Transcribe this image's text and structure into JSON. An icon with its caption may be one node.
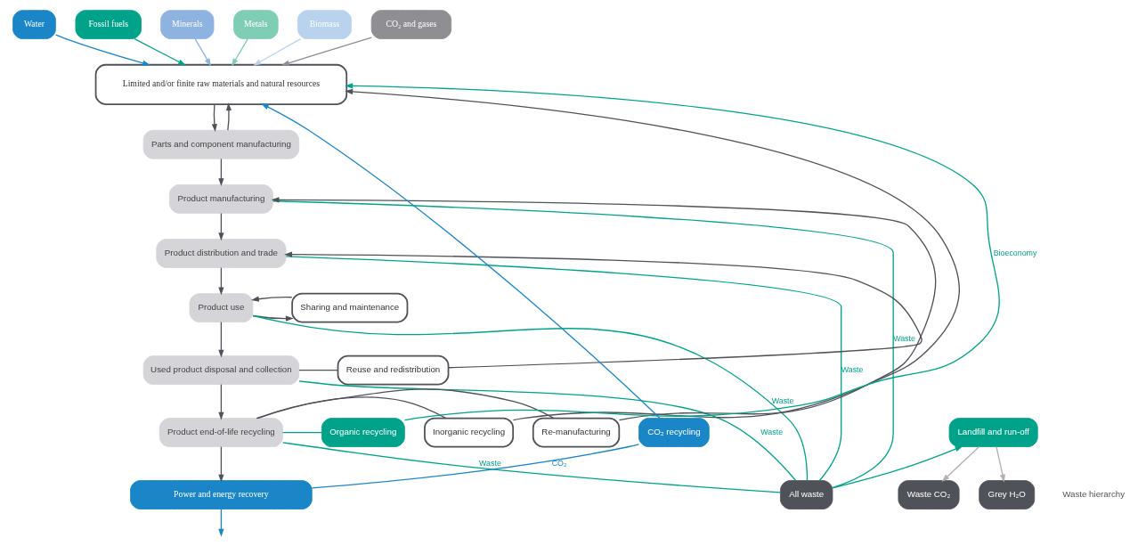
{
  "diagram": {
    "nodes": [
      {
        "text": [
          "Water"
        ]
      },
      {
        "text": [
          "Fossil fuels"
        ]
      },
      {
        "text": [
          "Minerals"
        ]
      },
      {
        "text": [
          "Metals"
        ]
      },
      {
        "text": [
          "Biomass"
        ]
      },
      {
        "text": [
          "CO₂ and gases"
        ]
      },
      {
        "text": [
          "Limited and/or finite raw materials and natural resources"
        ]
      },
      {
        "text": [
          "Parts and component manufacturing"
        ]
      },
      {
        "text": [
          "Product manufacturing"
        ]
      },
      {
        "text": [
          "Product distribution and trade"
        ]
      },
      {
        "text": [
          "Product use"
        ]
      },
      {
        "text": [
          "Used product disposal and collection"
        ]
      },
      {
        "text": [
          "Product end-of-life recycling"
        ]
      },
      {
        "text": [
          "Power and energy recovery"
        ]
      },
      {
        "text": [
          "Sharing and maintenance"
        ]
      },
      {
        "text": [
          "Reuse and redistribution"
        ]
      },
      {
        "text": [
          "Re-manufacturing"
        ]
      },
      {
        "text": [
          "Inorganic recycling"
        ]
      },
      {
        "text": [
          "Organic recycling"
        ]
      },
      {
        "text": [
          "CO₂ recycling"
        ]
      },
      {
        "text": [
          "Landfill and run-off"
        ]
      },
      {
        "text": [
          "Waste CO₂"
        ]
      },
      {
        "text": [
          "Grey H₂O"
        ]
      },
      {
        "text": [
          "All waste"
        ]
      }
    ],
    "edges": [
      {
        "from": 0,
        "to": 6,
        "arrow": "to",
        "color": "#1a86c8"
      },
      {
        "from": 1,
        "to": 6,
        "arrow": "to",
        "color": "#00a38a"
      },
      {
        "from": 2,
        "to": 6,
        "arrow": "to",
        "color": "#8fb3e0"
      },
      {
        "from": 3,
        "to": 6,
        "arrow": "to",
        "color": "#7fcdb5"
      },
      {
        "from": 4,
        "to": 6,
        "arrow": "to",
        "color": "#b9d3ee"
      },
      {
        "from": 5,
        "to": 6,
        "arrow": "to",
        "color": "#8e8e93"
      },
      {
        "from": 6,
        "to": 7,
        "arrow": "to"
      },
      {
        "from": 7,
        "to": 8,
        "arrow": "to"
      },
      {
        "from": 8,
        "to": 9,
        "arrow": "to"
      },
      {
        "from": 9,
        "to": 10,
        "arrow": "to"
      },
      {
        "from": 10,
        "to": 11,
        "arrow": "to"
      },
      {
        "from": 11,
        "to": 12,
        "arrow": "to"
      },
      {
        "from": 12,
        "to": 13,
        "arrow": "to"
      },
      {
        "from": 7,
        "to": 6,
        "arrow": "to"
      },
      {
        "from": 13,
        "to": null,
        "arrow": "to",
        "color": "#1a86c8"
      },
      {
        "from": 8,
        "to": 23,
        "label": "Waste",
        "arrow": "none",
        "color": "#00a38a"
      },
      {
        "from": 9,
        "to": 23,
        "label": "Waste",
        "arrow": "none",
        "color": "#00a38a"
      },
      {
        "from": 10,
        "to": 23,
        "label": "Waste",
        "arrow": "none",
        "color": "#00a38a"
      },
      {
        "from": 11,
        "to": 23,
        "label": "Waste",
        "arrow": "none",
        "color": "#00a38a"
      },
      {
        "from": 12,
        "to": 23,
        "label": "Waste",
        "arrow": "none",
        "color": "#00a38a"
      },
      {
        "from": 23,
        "to": 20,
        "arrow": "to",
        "color": "#00a38a"
      },
      {
        "from": 10,
        "to": 14,
        "arrow": "to"
      },
      {
        "from": 14,
        "to": 10,
        "arrow": "to"
      },
      {
        "from": 11,
        "to": 15,
        "arrow": "none"
      },
      {
        "from": 15,
        "to": 9,
        "arrow": "to"
      },
      {
        "from": 12,
        "to": 16,
        "arrow": "none"
      },
      {
        "from": 16,
        "to": 8,
        "arrow": "to"
      },
      {
        "from": 12,
        "to": 17,
        "arrow": "none"
      },
      {
        "from": 17,
        "to": 6,
        "arrow": "to"
      },
      {
        "from": 12,
        "to": 18,
        "arrow": "none",
        "color": "#00a38a"
      },
      {
        "from": 18,
        "to": 6,
        "label": "Bioeconomy",
        "arrow": "to",
        "color": "#00a38a"
      },
      {
        "from": 13,
        "to": 19,
        "label": "CO₂",
        "arrow": "none",
        "color": "#1a86c8"
      },
      {
        "from": 19,
        "to": 6,
        "arrow": "to",
        "color": "#1a86c8"
      },
      {
        "from": 20,
        "to": 21,
        "arrow": "to",
        "color": "#b0b0b5"
      },
      {
        "from": 20,
        "to": 22,
        "arrow": "to",
        "color": "#b0b0b5"
      }
    ],
    "labels": [
      "Waste hierarchy"
    ]
  }
}
